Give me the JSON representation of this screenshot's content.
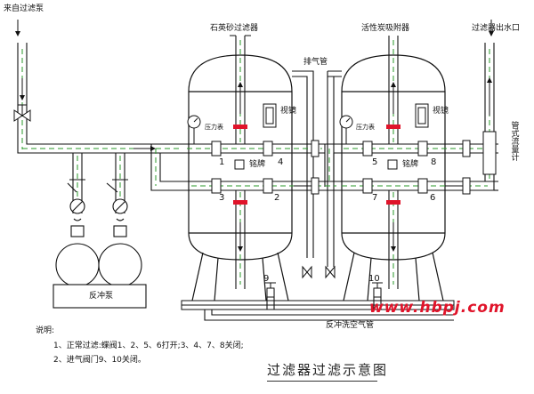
{
  "labels": {
    "source_pump": "来自过滤泵",
    "quartz_filter": "石英砂过滤器",
    "exhaust_pipe": "排气管",
    "carbon_filter": "活性炭吸附器",
    "filter_outlet": "过滤器出水口",
    "flowmeter": "管式流量计",
    "pressure_gauge_left": "压力表",
    "pressure_gauge_right": "压力表",
    "sight_glass_left": "视镜",
    "sight_glass_right": "视镜",
    "nameplate_left": "铭牌",
    "nameplate_right": "铭牌",
    "backwash_pump": "反冲泵",
    "backwash_air_pipe": "反冲洗空气管"
  },
  "valves": [
    "1",
    "2",
    "3",
    "4",
    "5",
    "6",
    "7",
    "8",
    "9",
    "10"
  ],
  "notes": {
    "heading": "说明:",
    "line1": "1、正常过滤:蝶阀1、2、5、6打开;3、4、7、8关闭;",
    "line2": "2、进气阀门9、10关闭。"
  },
  "title": "过滤器过滤示意图",
  "watermark": "www.hbpj.com",
  "colors": {
    "flow_arrow": "#2a9a2a",
    "dash": "#2a9a2a",
    "valve_red": "#e0142a",
    "site": "#e0142a"
  }
}
